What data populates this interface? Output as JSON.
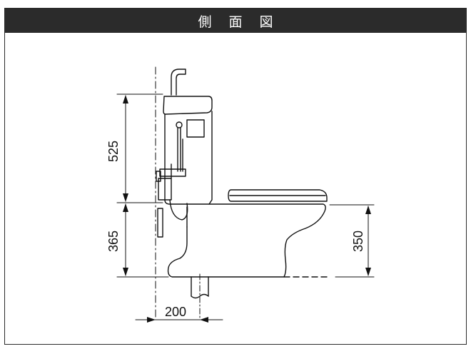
{
  "title": "側 面 図",
  "dimensions": {
    "tank_height": "525",
    "bowl_height": "365",
    "seat_height": "350",
    "drain_offset": "200"
  }
}
